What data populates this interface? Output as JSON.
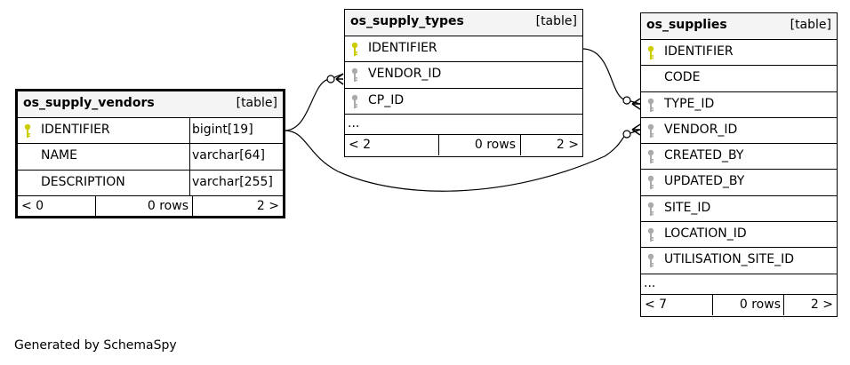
{
  "tables": {
    "vendors": {
      "name": "os_supply_vendors",
      "kind": "[table]",
      "columns": [
        {
          "name": "IDENTIFIER",
          "type": "bigint[19]",
          "key": "primary"
        },
        {
          "name": "NAME",
          "type": "varchar[64]",
          "key": "none"
        },
        {
          "name": "DESCRIPTION",
          "type": "varchar[255]",
          "key": "none"
        }
      ],
      "footer": {
        "left": "< 0",
        "middle": "0 rows",
        "right": "2 >"
      }
    },
    "types": {
      "name": "os_supply_types",
      "kind": "[table]",
      "columns": [
        {
          "name": "IDENTIFIER",
          "key": "primary"
        },
        {
          "name": "VENDOR_ID",
          "key": "foreign"
        },
        {
          "name": "CP_ID",
          "key": "foreign"
        }
      ],
      "more": "...",
      "footer": {
        "left": "< 2",
        "middle": "0 rows",
        "right": "2 >"
      }
    },
    "supplies": {
      "name": "os_supplies",
      "kind": "[table]",
      "columns": [
        {
          "name": "IDENTIFIER",
          "key": "primary"
        },
        {
          "name": "CODE",
          "key": "none"
        },
        {
          "name": "TYPE_ID",
          "key": "foreign"
        },
        {
          "name": "VENDOR_ID",
          "key": "foreign"
        },
        {
          "name": "CREATED_BY",
          "key": "foreign"
        },
        {
          "name": "UPDATED_BY",
          "key": "foreign"
        },
        {
          "name": "SITE_ID",
          "key": "foreign"
        },
        {
          "name": "LOCATION_ID",
          "key": "foreign"
        },
        {
          "name": "UTILISATION_SITE_ID",
          "key": "foreign"
        }
      ],
      "more": "...",
      "footer": {
        "left": "< 7",
        "middle": "0 rows",
        "right": "2 >"
      }
    }
  },
  "colors": {
    "primary_key": "#cccc00",
    "foreign_key": "#aaaaaa",
    "header_bg": "#f4f4f4"
  },
  "footer_text": "Generated by SchemaSpy"
}
